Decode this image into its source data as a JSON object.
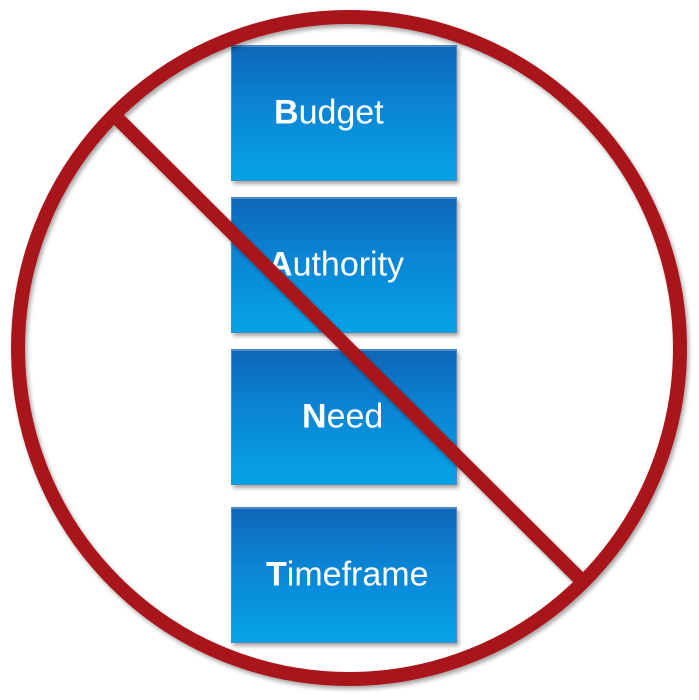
{
  "boxes": [
    {
      "initial": "B",
      "rest": "udget"
    },
    {
      "initial": "A",
      "rest": "uthority"
    },
    {
      "initial": "N",
      "rest": "eed"
    },
    {
      "initial": "T",
      "rest": "imeframe"
    }
  ],
  "colors": {
    "prohibition_red": "#a8141b",
    "box_top": "#0f67b8",
    "box_bottom": "#05a3e8",
    "text": "#ffffff"
  },
  "icons": {
    "overlay": "prohibition-sign-icon"
  }
}
